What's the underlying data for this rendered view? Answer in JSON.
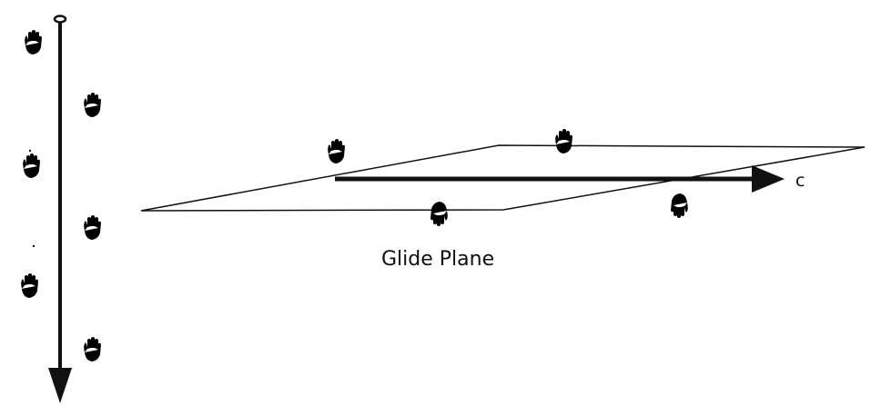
{
  "diagram": {
    "glide_plane_label": "Glide Plane",
    "direction_label": "c"
  },
  "symbols": {
    "axis_motifs": [
      "right-hand-icon",
      "right-hand-icon",
      "right-hand-icon",
      "right-hand-icon",
      "right-hand-icon",
      "right-hand-icon"
    ],
    "plane_motifs": [
      "right-hand-icon",
      "right-hand-icon",
      "right-hand-icon-inverted",
      "right-hand-icon-inverted"
    ]
  }
}
